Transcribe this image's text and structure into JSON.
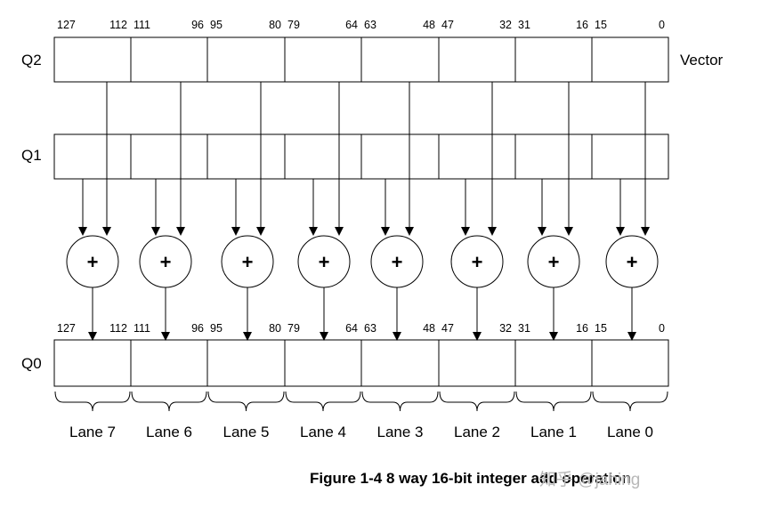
{
  "registers": {
    "q2": {
      "label": "Q2"
    },
    "q1": {
      "label": "Q1"
    },
    "q0": {
      "label": "Q0"
    }
  },
  "vector_label": "Vector",
  "bit_ranges": [
    [
      "127",
      "112"
    ],
    [
      "111",
      "96"
    ],
    [
      "95",
      "80"
    ],
    [
      "79",
      "64"
    ],
    [
      "63",
      "48"
    ],
    [
      "47",
      "32"
    ],
    [
      "31",
      "16"
    ],
    [
      "15",
      "0"
    ]
  ],
  "operator_symbol": "+",
  "lanes": [
    "Lane 7",
    "Lane 6",
    "Lane 5",
    "Lane 4",
    "Lane 3",
    "Lane 2",
    "Lane 1",
    "Lane 0"
  ],
  "caption": "Figure 1-4 8 way 16-bit integer add operation",
  "watermark": "知乎 @jahing",
  "colors": {
    "stroke": "#000000",
    "background": "#ffffff",
    "watermark": "#b8b8b8"
  }
}
